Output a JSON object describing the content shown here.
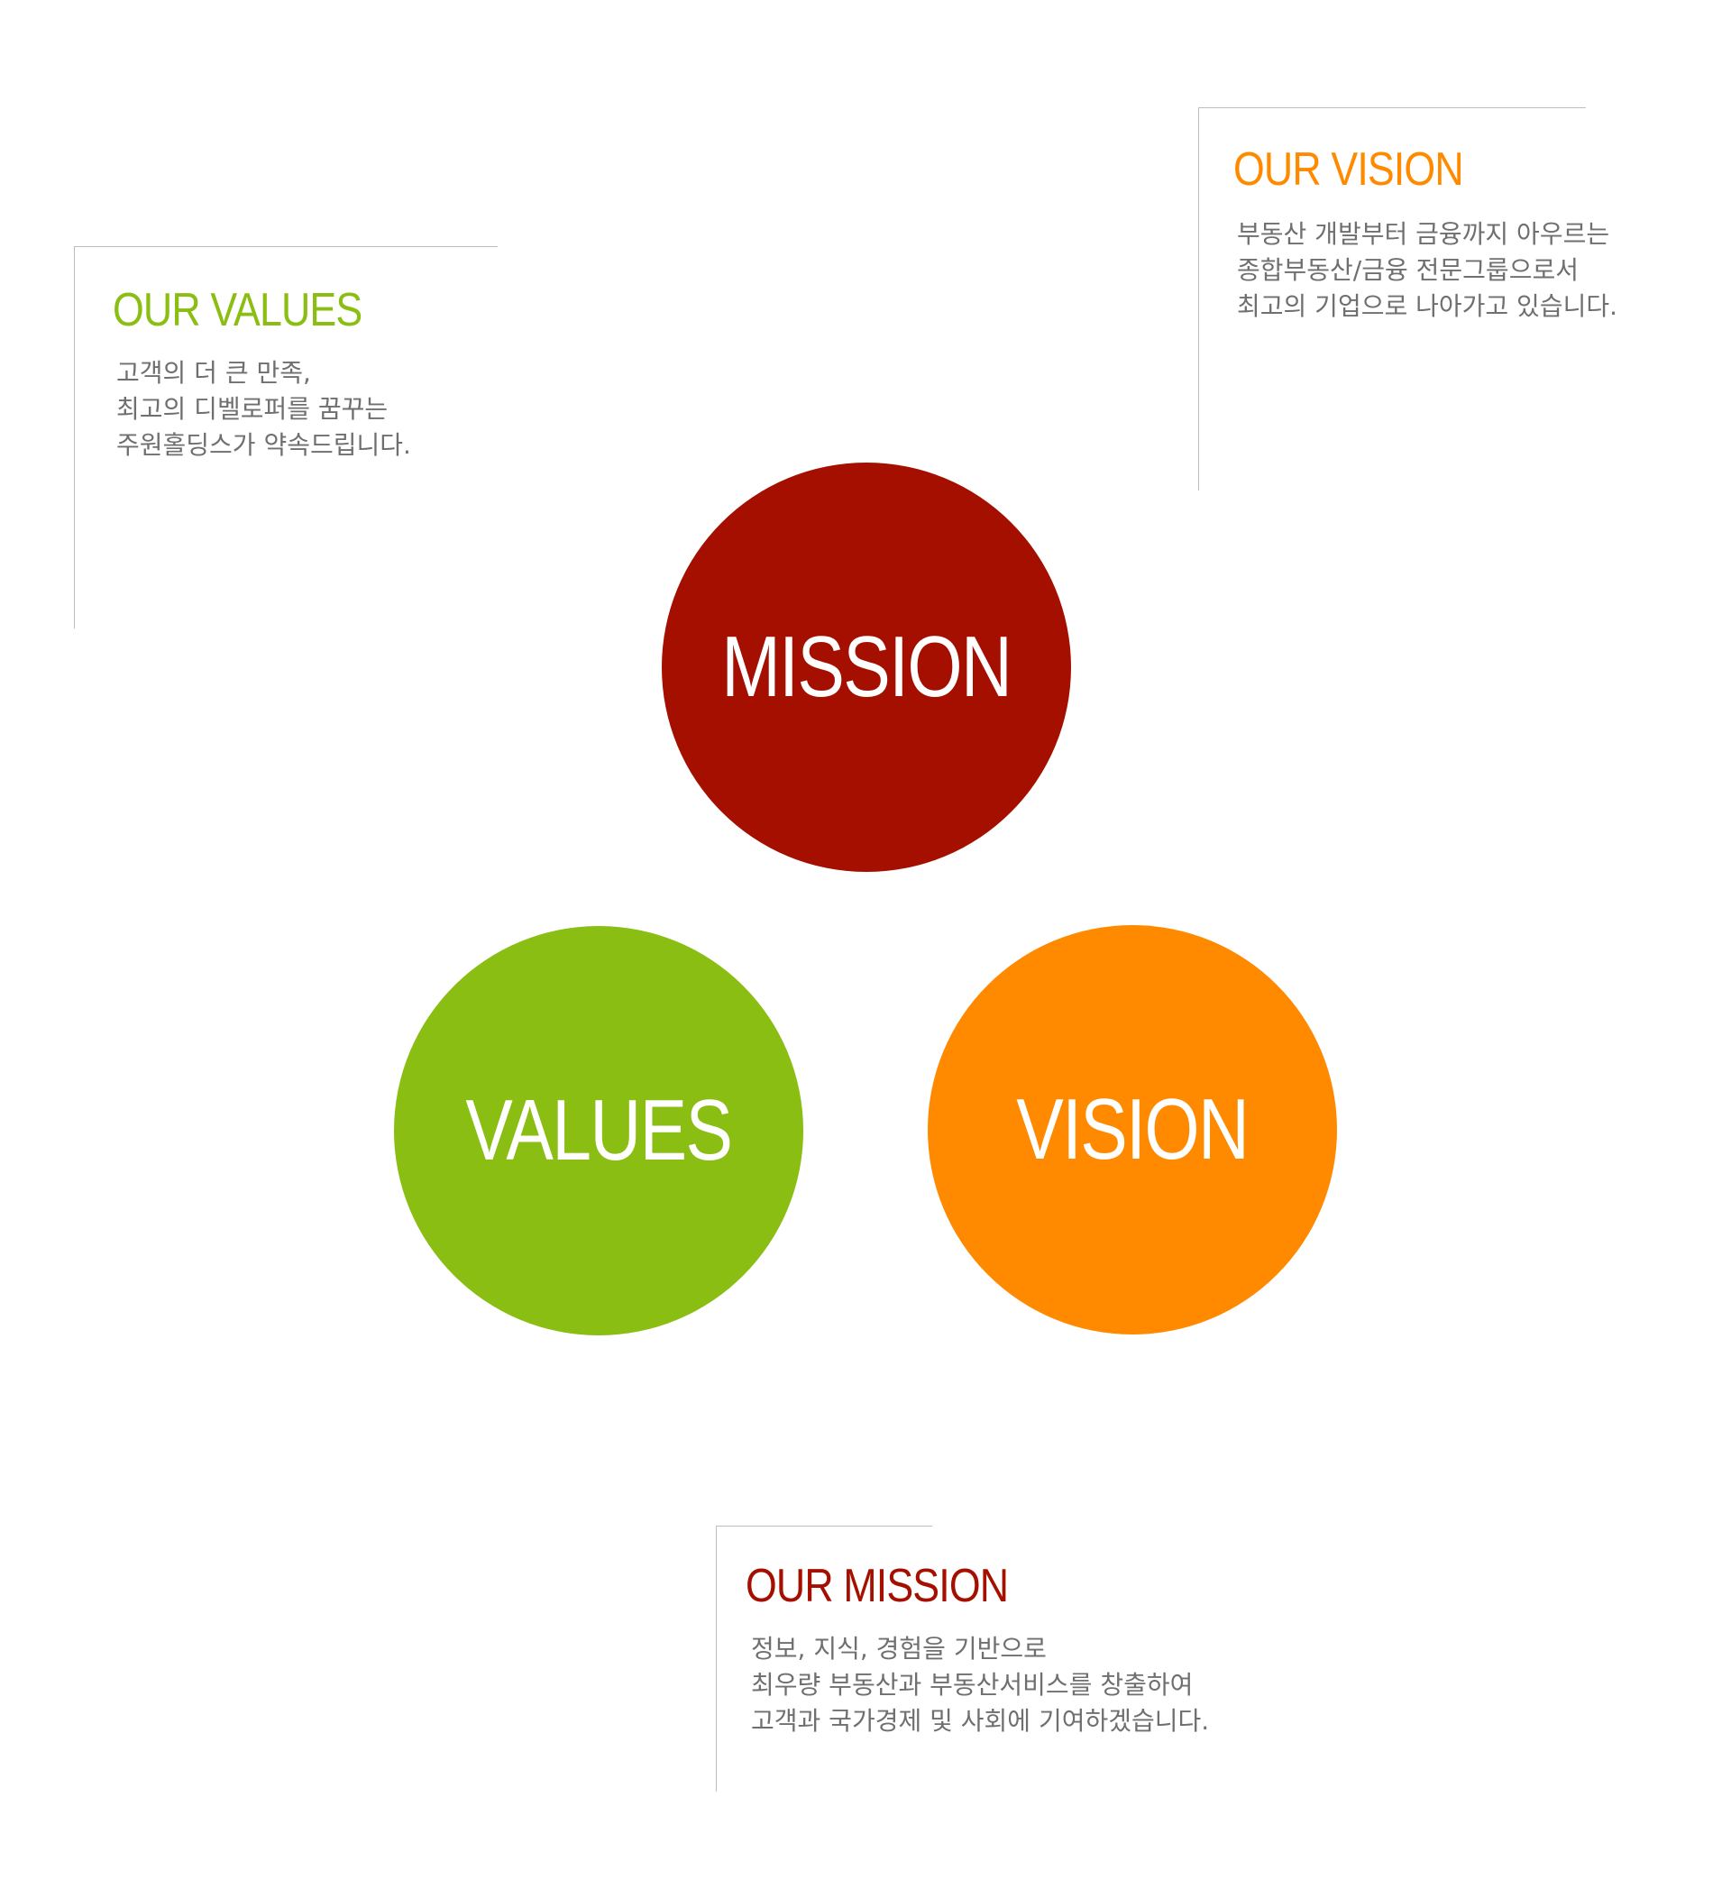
{
  "colors": {
    "mission": "#a50f00",
    "values": "#8abe12",
    "vision": "#ff8a00"
  },
  "circles": {
    "mission": "MISSION",
    "values": "VALUES",
    "vision": "VISION"
  },
  "values_panel": {
    "title": "OUR VALUES",
    "lines": [
      "고객의 더 큰 만족,",
      "최고의 디벨로퍼를 꿈꾸는",
      "주원홀딩스가 약속드립니다."
    ]
  },
  "vision_panel": {
    "title": "OUR VISION",
    "lines": [
      "부동산 개발부터 금융까지 아우르는",
      "종합부동산/금융 전문그룹으로서",
      "최고의 기업으로 나아가고 있습니다."
    ]
  },
  "mission_panel": {
    "title": "OUR MISSION",
    "lines": [
      "정보, 지식, 경험을 기반으로",
      "최우량 부동산과 부동산서비스를 창출하여",
      "고객과 국가경제 및 사회에 기여하겠습니다."
    ]
  }
}
